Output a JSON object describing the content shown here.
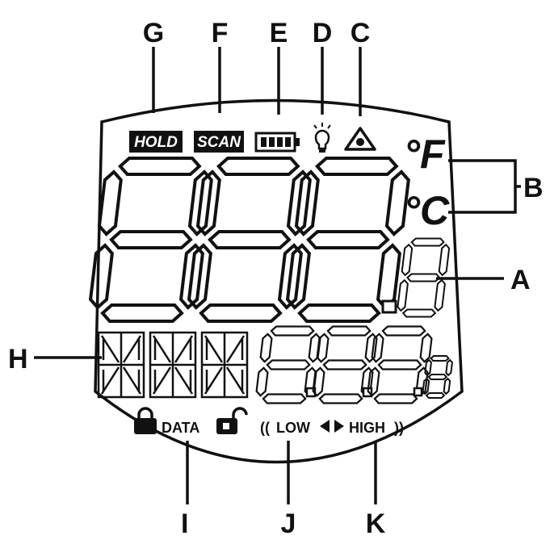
{
  "callouts": {
    "a": "A",
    "b": "B",
    "c": "C",
    "d": "D",
    "e": "E",
    "f": "F",
    "g": "G",
    "h": "H",
    "i": "I",
    "j": "J",
    "k": "K"
  },
  "indicators": {
    "hold": "HOLD",
    "scan": "SCAN",
    "fahrenheit": "°F",
    "celsius": "°C",
    "data": "DATA",
    "low": "LOW",
    "high": "HIGH"
  },
  "display": {
    "main_digits": "888.8",
    "secondary_digits": "8.88.8",
    "alphanumeric": "888"
  },
  "icons": [
    "battery-icon",
    "laser-bulb-icon",
    "alarm-triangle-icon",
    "lock-closed-icon",
    "lock-open-icon"
  ],
  "colors": {
    "ink": "#111111",
    "background": "#ffffff"
  }
}
